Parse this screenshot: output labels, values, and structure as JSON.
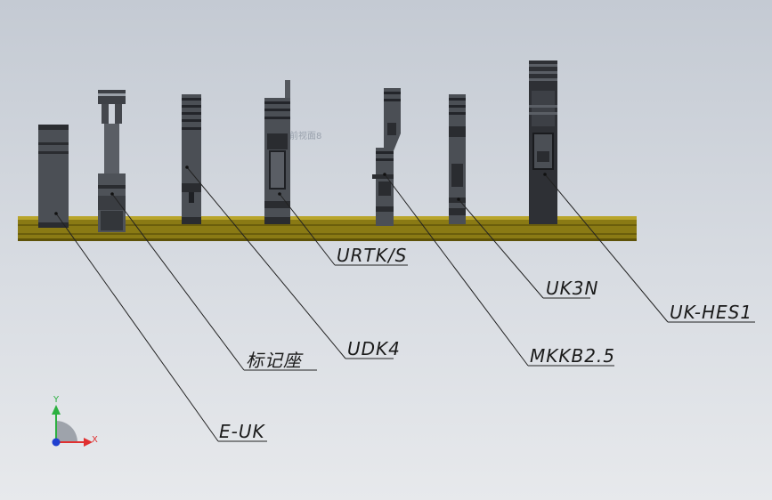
{
  "watermark": "前视面8",
  "components": [
    {
      "id": "e-uk",
      "label": "E-UK"
    },
    {
      "id": "biaoji",
      "label": "标记座"
    },
    {
      "id": "udk4",
      "label": "UDK4"
    },
    {
      "id": "urtk",
      "label": "URTK/S"
    },
    {
      "id": "mkkb",
      "label": "MKKB2.5"
    },
    {
      "id": "uk3n",
      "label": "UK3N"
    },
    {
      "id": "ukhes",
      "label": "UK-HES1"
    }
  ],
  "axes": {
    "x_label": "X",
    "y_label": "Y"
  },
  "colors": {
    "rail": "#8a7a14",
    "rail_dark": "#5e5208",
    "part": "#4b4f55",
    "part_dark": "#2a2c30",
    "leader": "#222222",
    "x_axis": "#e03030",
    "y_axis": "#2cb040",
    "z_axis": "#2040d0"
  }
}
